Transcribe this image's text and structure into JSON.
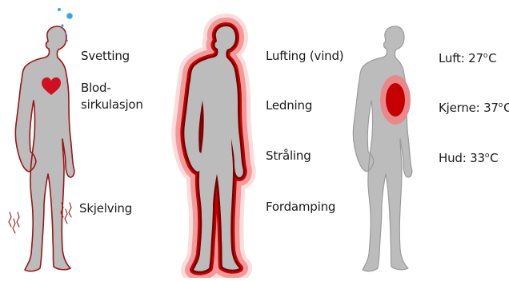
{
  "panels": [
    {
      "labels": {
        "sweating": "Svetting",
        "circulation_line1": "Blod-",
        "circulation_line2": "sirkulasjon",
        "shivering": "Skjelving"
      }
    },
    {
      "labels": {
        "convection": "Lufting (vind)",
        "conduction": "Ledning",
        "radiation": "Stråling",
        "evaporation": "Fordamping"
      }
    },
    {
      "labels": {
        "air_label": "Luft: 27",
        "core_label": "Kjerne: 37",
        "skin_label": "Hud: 33",
        "degree_sign": "o",
        "unit": "C"
      }
    }
  ],
  "colors": {
    "body_fill": "#bcbcbc",
    "outline_red": "#9b1515",
    "heat_glow": "#f29a9a",
    "heat_inner": "#c40000",
    "sweat_drop": "#3aa6dc",
    "heart": "#d01020"
  },
  "icons": [
    "sweat-drops",
    "heart-icon",
    "shiver-lines",
    "heat-glow",
    "core-heat-ellipse"
  ]
}
